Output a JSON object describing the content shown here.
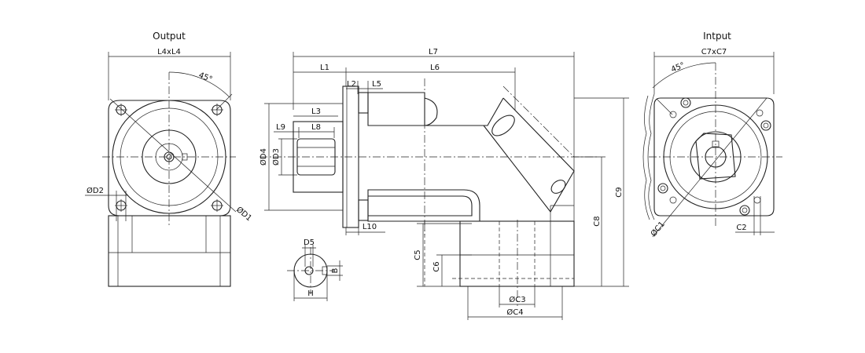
{
  "titles": {
    "output": "Output",
    "input": "Intput"
  },
  "labels": {
    "L4xL4": "L4xL4",
    "angle_out": "45°",
    "D2": "ØD2",
    "D1": "ØD1",
    "L7": "L7",
    "L1": "L1",
    "L6": "L6",
    "L2": "L2",
    "L5": "L5",
    "L3": "L3",
    "L9": "L9",
    "L8": "L8",
    "D4": "ØD4",
    "D3": "ØD3",
    "L10": "L10",
    "C9": "C9",
    "C8": "C8",
    "C5": "C5",
    "C6": "C6",
    "C3": "ØC3",
    "C4": "ØC4",
    "D5": "D5",
    "B": "B",
    "H": "H",
    "C7xC7": "C7xC7",
    "angle_in": "45°",
    "C1": "ØC1",
    "C2": "C2"
  }
}
